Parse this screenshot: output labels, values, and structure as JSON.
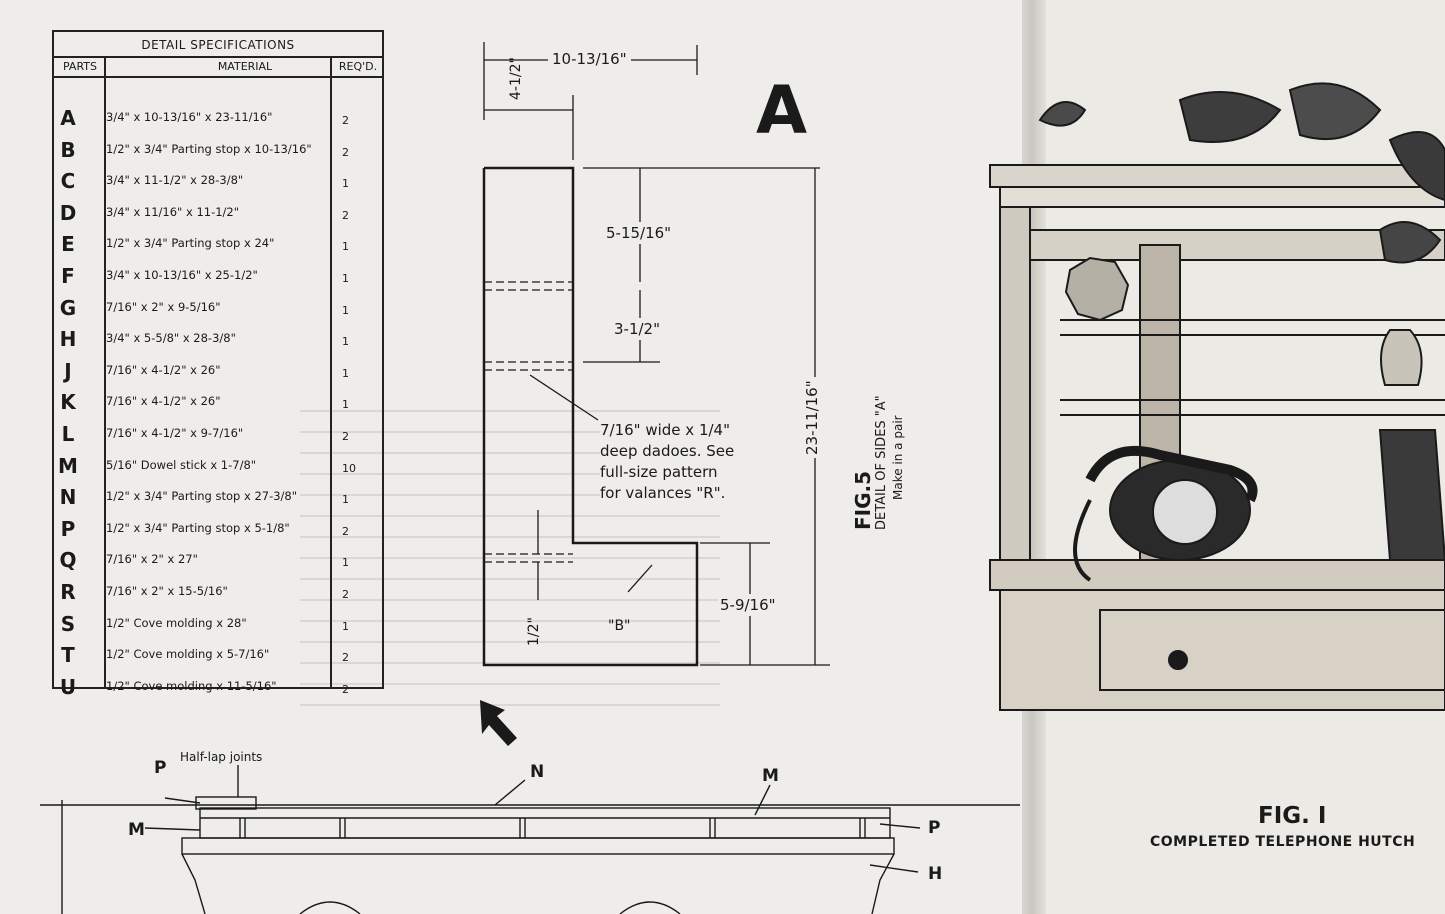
{
  "spec_table": {
    "title": "DETAIL SPECIFICATIONS",
    "col_parts": "PARTS",
    "col_material": "MATERIAL",
    "col_reqd": "REQ'D.",
    "rows": [
      {
        "part": "A",
        "material": "3/4\" x 10-13/16\" x 23-11/16\"",
        "qty": "2"
      },
      {
        "part": "B",
        "material": "1/2\" x 3/4\" Parting stop x 10-13/16\"",
        "qty": "2"
      },
      {
        "part": "C",
        "material": "3/4\" x 11-1/2\" x 28-3/8\"",
        "qty": "1"
      },
      {
        "part": "D",
        "material": "3/4\" x 11/16\" x 11-1/2\"",
        "qty": "2"
      },
      {
        "part": "E",
        "material": "1/2\" x 3/4\" Parting stop x 24\"",
        "qty": "1"
      },
      {
        "part": "F",
        "material": "3/4\" x 10-13/16\" x 25-1/2\"",
        "qty": "1"
      },
      {
        "part": "G",
        "material": "7/16\" x 2\" x 9-5/16\"",
        "qty": "1"
      },
      {
        "part": "H",
        "material": "3/4\" x 5-5/8\" x 28-3/8\"",
        "qty": "1"
      },
      {
        "part": "J",
        "material": "7/16\" x 4-1/2\" x 26\"",
        "qty": "1"
      },
      {
        "part": "K",
        "material": "7/16\" x 4-1/2\" x 26\"",
        "qty": "1"
      },
      {
        "part": "L",
        "material": "7/16\" x 4-1/2\" x 9-7/16\"",
        "qty": "2"
      },
      {
        "part": "M",
        "material": "5/16\" Dowel stick x 1-7/8\"",
        "qty": "10"
      },
      {
        "part": "N",
        "material": "1/2\" x 3/4\" Parting stop x 27-3/8\"",
        "qty": "1"
      },
      {
        "part": "P",
        "material": "1/2\" x 3/4\" Parting stop x 5-1/8\"",
        "qty": "2"
      },
      {
        "part": "Q",
        "material": "7/16\" x 2\" x 27\"",
        "qty": "1"
      },
      {
        "part": "R",
        "material": "7/16\" x 2\" x 15-5/16\"",
        "qty": "2"
      },
      {
        "part": "S",
        "material": "1/2\" Cove molding x 28\"",
        "qty": "1"
      },
      {
        "part": "T",
        "material": "1/2\" Cove molding x 5-7/16\"",
        "qty": "2"
      },
      {
        "part": "U",
        "material": "1/2\" Cove molding x 11-5/16\"",
        "qty": "2"
      }
    ]
  },
  "fig5": {
    "big_letter": "A",
    "width_dim": "10-13/16\"",
    "top_notch_dim": "4-1/2\"",
    "seg1_dim": "5-15/16\"",
    "seg2_dim": "3-1/2\"",
    "height_dim": "23-11/16\"",
    "bottom_dim": "5-9/16\"",
    "half_dim": "1/2\"",
    "b_label": "\"B\"",
    "note_lines": [
      "7/16\" wide x 1/4\"",
      "deep dadoes. See",
      "full-size pattern",
      "for valances \"R\"."
    ],
    "fig_title": "FIG.5",
    "fig_sub1": "DETAIL OF SIDES \"A\"",
    "fig_sub2": "Make in a pair"
  },
  "bottom_drawing": {
    "half_lap": "Half-lap joints",
    "labels": [
      "P",
      "M",
      "N",
      "M",
      "P",
      "H"
    ]
  },
  "fig1": {
    "title": "FIG. I",
    "caption": "COMPLETED TELEPHONE HUTCH"
  }
}
